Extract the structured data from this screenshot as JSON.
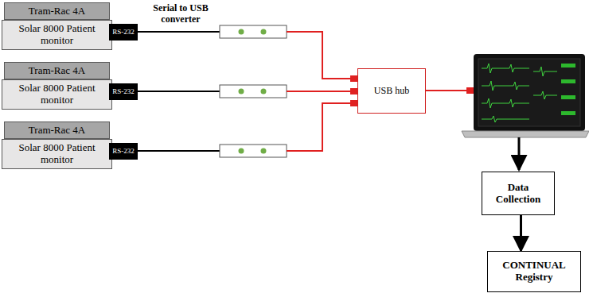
{
  "diagram": {
    "nodes": [
      {
        "text": [
          "Tram-Rac 4A"
        ]
      },
      {
        "text": [
          "Solar 8000 Patient monitor"
        ]
      },
      {
        "text": [
          "RS-232"
        ]
      },
      {
        "text": [
          "Tram-Rac 4A"
        ]
      },
      {
        "text": [
          "Solar 8000 Patient monitor"
        ]
      },
      {
        "text": [
          "RS-232"
        ]
      },
      {
        "text": [
          "Tram-Rac 4A"
        ]
      },
      {
        "text": [
          "Solar 8000 Patient monitor"
        ]
      },
      {
        "text": [
          "RS-232"
        ]
      },
      {
        "text": [
          "USB hub"
        ]
      },
      {
        "text": [
          "Data Collection"
        ]
      },
      {
        "text": [
          "CONTINUAL Registry"
        ]
      }
    ],
    "edges": [
      {
        "from": 10,
        "to": 11,
        "arrow": "to"
      }
    ],
    "labels": [
      "Serial to USB converter"
    ]
  }
}
